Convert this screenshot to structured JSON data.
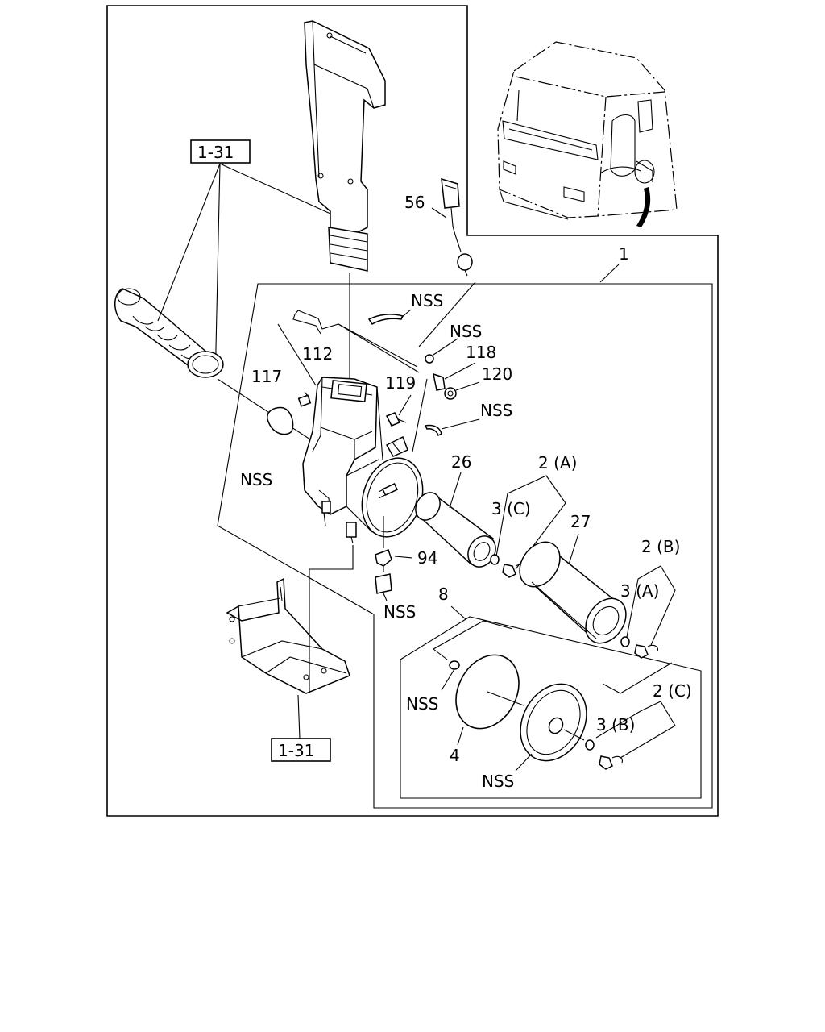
{
  "labels": {
    "ref_top": "1-31",
    "ref_bottom": "1-31",
    "p56": "56",
    "p1": "1",
    "nss1": "NSS",
    "nss2": "NSS",
    "p118": "118",
    "p112": "112",
    "p120": "120",
    "p117": "117",
    "p119": "119",
    "nss3": "NSS",
    "nss4": "NSS",
    "p26": "26",
    "p2a": "2 (A)",
    "p3c": "3 (C)",
    "p27": "27",
    "p2b": "2 (B)",
    "p94": "94",
    "nss5": "NSS",
    "p3a": "3 (A)",
    "p8": "8",
    "p2c": "2 (C)",
    "nss6": "NSS",
    "p3b": "3 (B)",
    "p4": "4",
    "nss7": "NSS"
  }
}
